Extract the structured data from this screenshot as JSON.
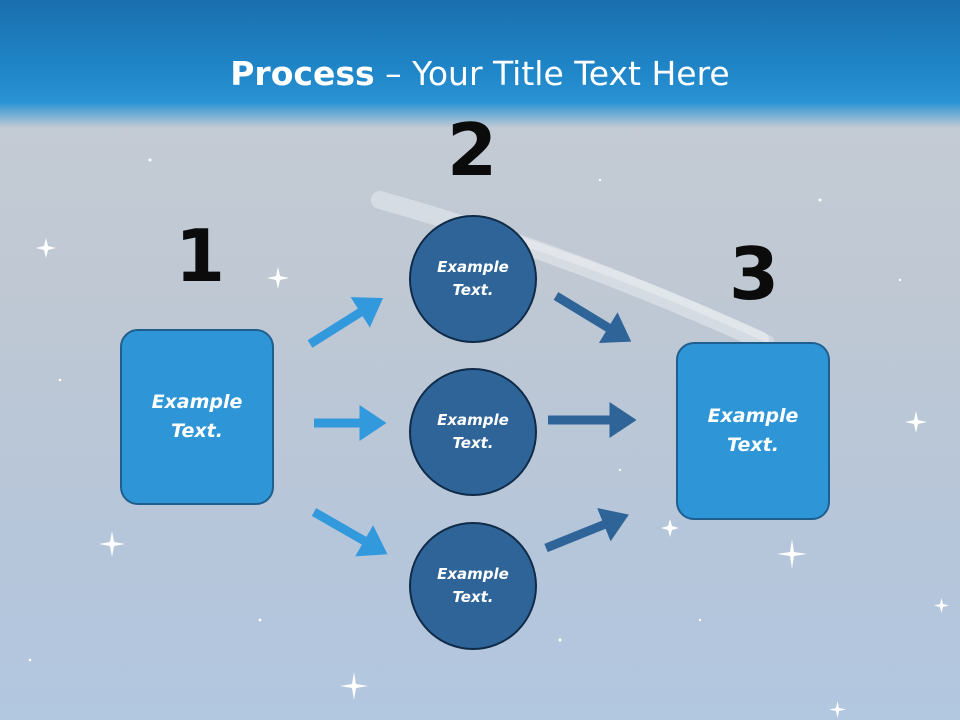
{
  "title": {
    "bold": "Process",
    "rest": " – Your Title Text Here"
  },
  "steps": {
    "one": "1",
    "two": "2",
    "three": "3"
  },
  "boxes": {
    "left": "Example\nText.",
    "right": "Example\nText."
  },
  "circles": {
    "top": "Example\nText.",
    "middle": "Example\nText.",
    "bottom": "Example\nText."
  },
  "colors": {
    "box_fill": "#2e95d6",
    "circle_fill": "#2f6499",
    "arrow_light": "#3399dd",
    "arrow_dark": "#2f6499",
    "header": "#1f86c8"
  }
}
